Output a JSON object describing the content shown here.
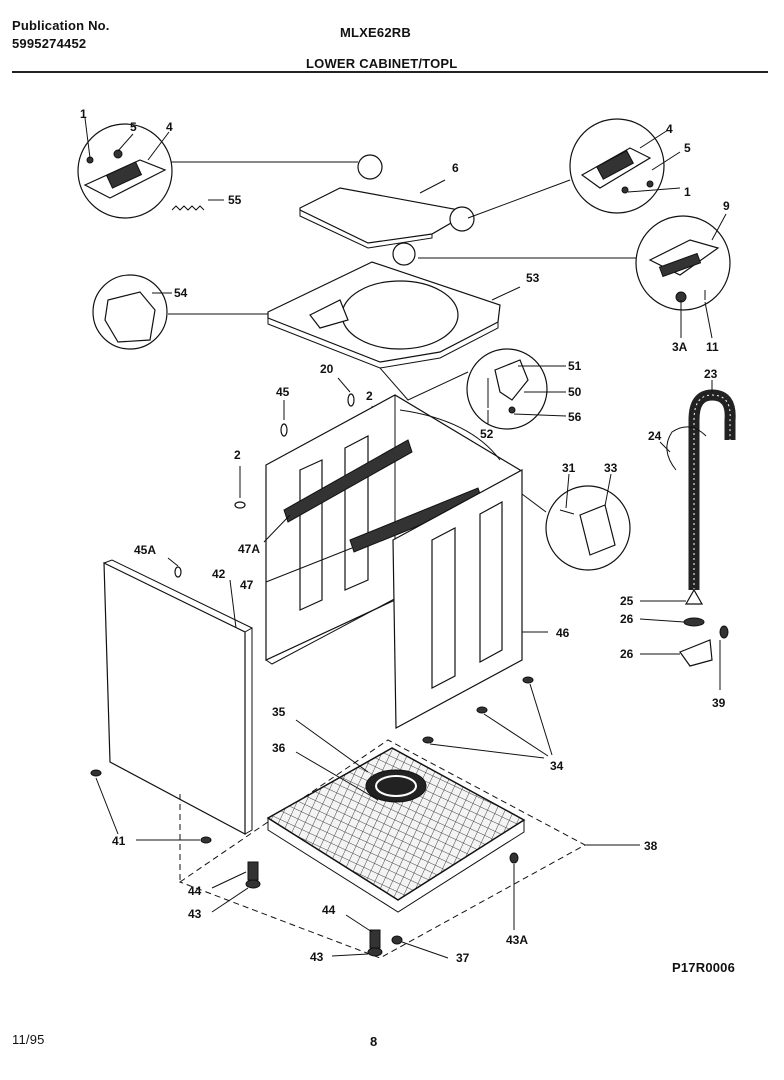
{
  "header": {
    "publication_label": "Publication No.",
    "publication_number": "5995274452",
    "model": "MLXE62RB",
    "section_title": "LOWER CABINET/TOPL"
  },
  "footer": {
    "date": "11/95",
    "page": "8",
    "drawing_code": "P17R0006"
  },
  "labels": {
    "l1a": "1",
    "l5a": "5",
    "l4a": "4",
    "l6": "6",
    "l55": "55",
    "l4b": "4",
    "l5b": "5",
    "l1b": "1",
    "l9": "9",
    "l3a": "3A",
    "l11": "11",
    "l54": "54",
    "l53": "53",
    "l20": "20",
    "l45": "45",
    "l2a": "2",
    "l2b": "2",
    "l51": "51",
    "l50": "50",
    "l56": "56",
    "l52": "52",
    "l23": "23",
    "l24": "24",
    "l31": "31",
    "l33": "33",
    "l47a": "47A",
    "l47": "47",
    "l45a": "45A",
    "l42": "42",
    "l46": "46",
    "l25": "25",
    "l26a": "26",
    "l26b": "26",
    "l39": "39",
    "l35": "35",
    "l36": "36",
    "l34": "34",
    "l41": "41",
    "l38": "38",
    "l44a": "44",
    "l43a": "43",
    "l44b": "44",
    "l43b": "43",
    "l37": "37",
    "l43A": "43A"
  }
}
